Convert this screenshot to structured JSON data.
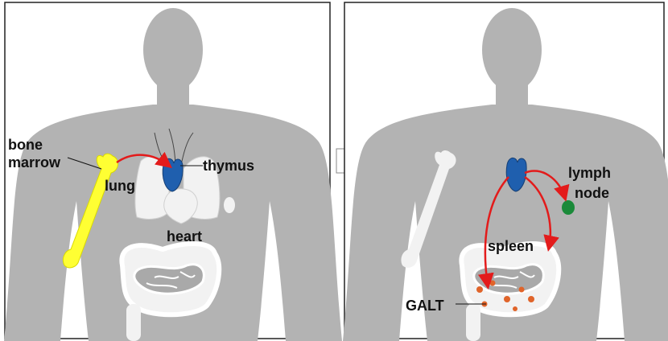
{
  "left_panel": {
    "labels": {
      "bone_line1": "bone",
      "bone_line2": "marrow",
      "lung": "lung",
      "thymus": "thymus",
      "heart": "heart"
    }
  },
  "right_panel": {
    "labels": {
      "lymph_line1": "lymph",
      "lymph_line2": "node",
      "spleen": "spleen",
      "galt": "GALT"
    }
  },
  "colors": {
    "body": "#b3b3b3",
    "bone": "#ffff33",
    "thymus": "#1f5fae",
    "spleen": "#8a63c4",
    "lymph_node": "#1b8a3a",
    "galt_patches": "#e0642a",
    "arrow": "#e31b1b",
    "organ_white": "#f2f2f2"
  }
}
